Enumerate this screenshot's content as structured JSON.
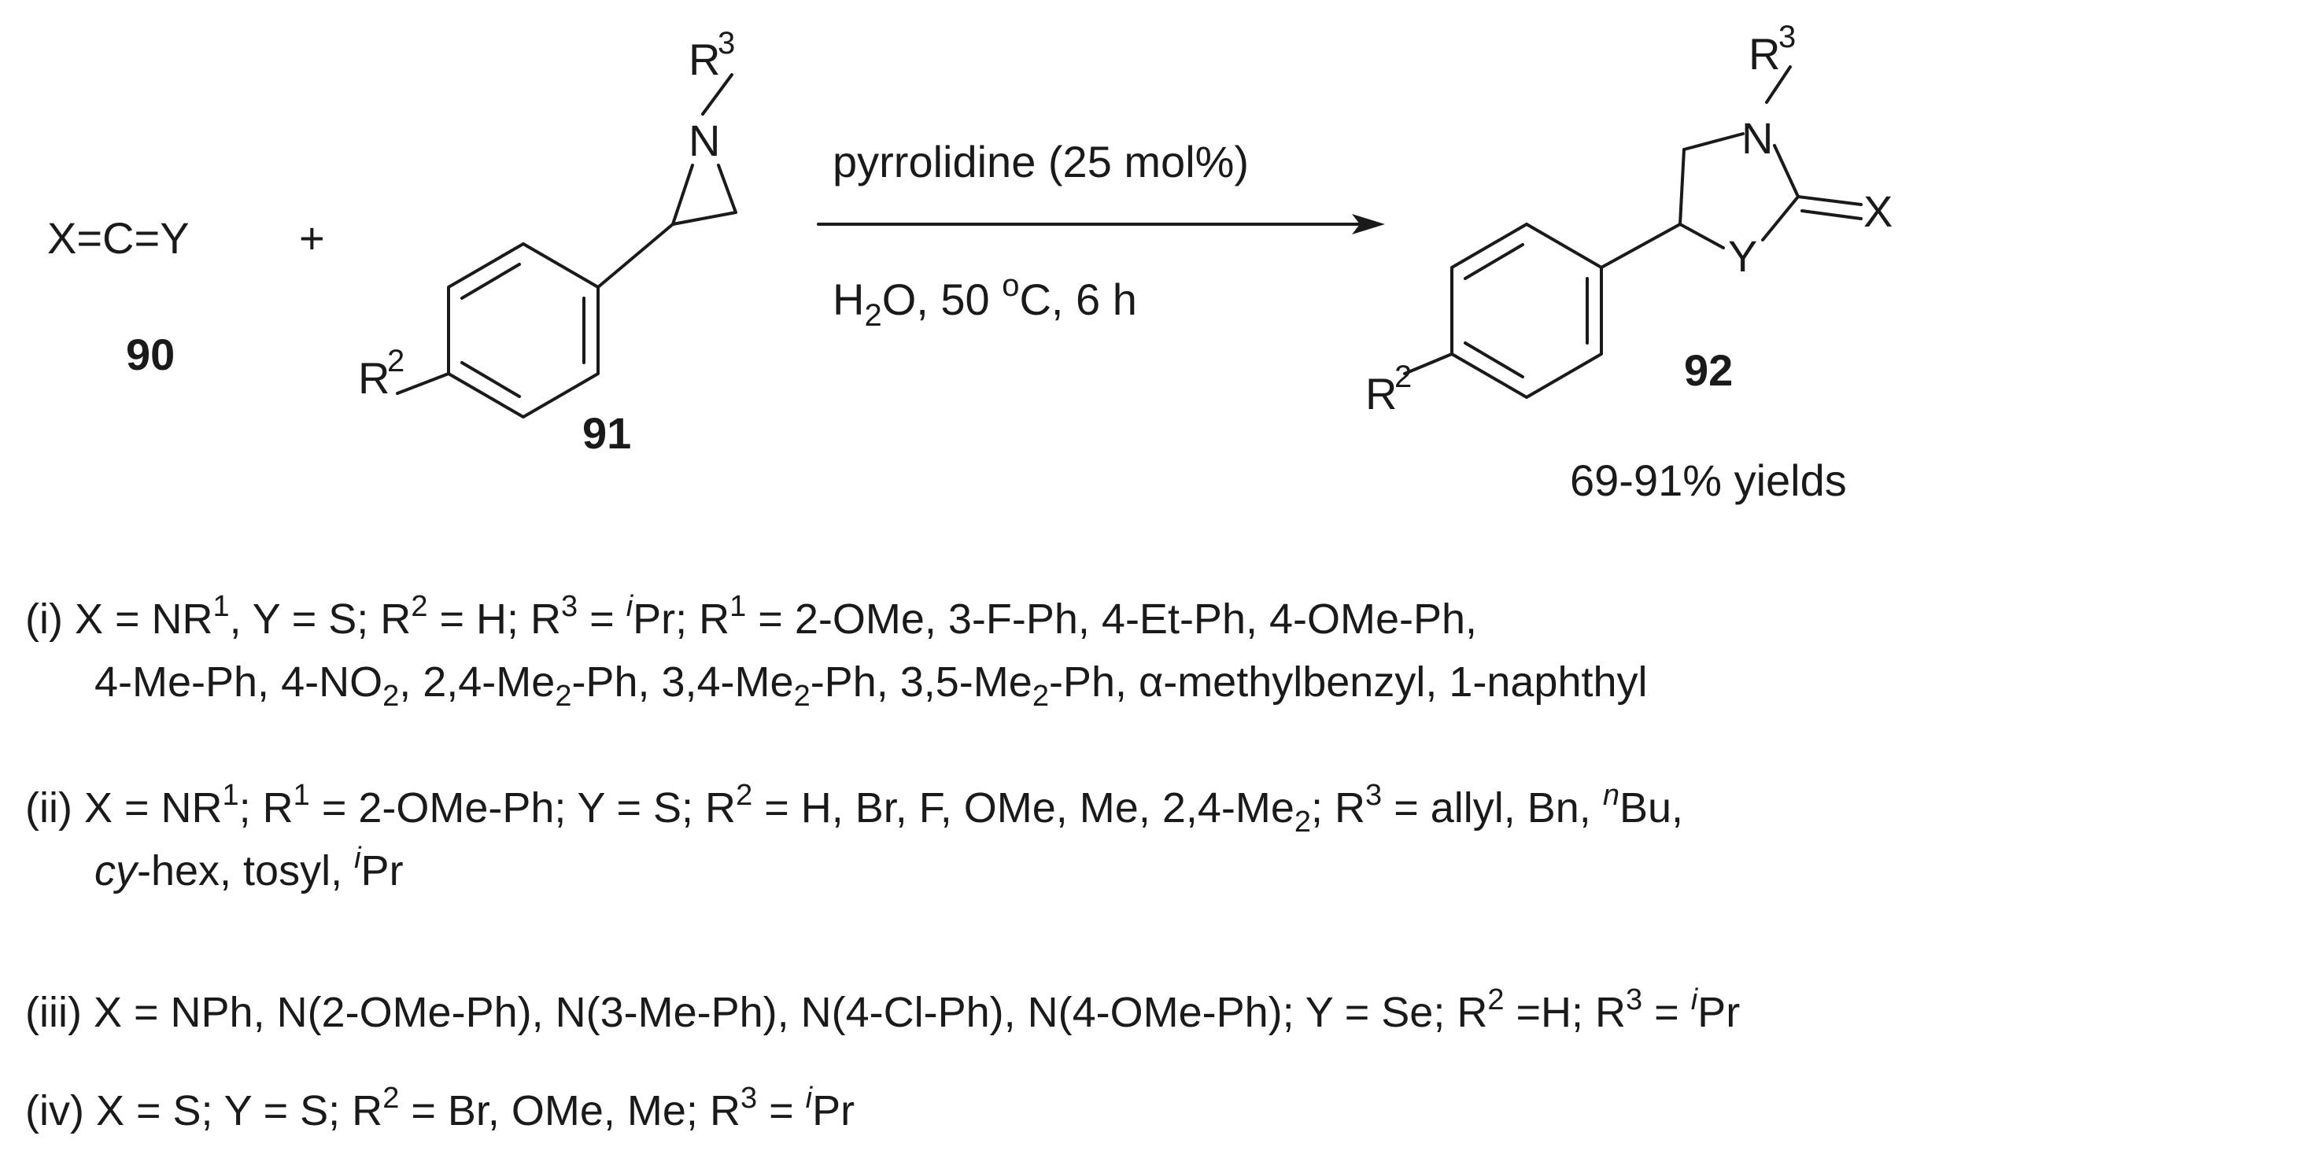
{
  "reactant_90": {
    "formula": "X=C=Y",
    "label": "90"
  },
  "plus": "+",
  "reactant_91": {
    "label": "91",
    "n_atom": "N",
    "r3": "R",
    "r3_sup": "3",
    "r2": "R",
    "r2_sup": "2"
  },
  "arrow": {
    "reagent": "pyrrolidine (25 mol%)",
    "solvent_h": "H",
    "solvent_sub": "2",
    "solvent_rest": "O, 50 ",
    "deg": "o",
    "temp_rest": "C, 6 h"
  },
  "product_92": {
    "label": "92",
    "yield": "69-91% yields",
    "n_atom": "N",
    "y_atom": "Y",
    "x_atom": "X",
    "r3": "R",
    "r3_sup": "3",
    "r2": "R",
    "r2_sup": "2"
  },
  "conditions": {
    "i": {
      "l1_a": "(i) X = NR",
      "l1_s1": "1",
      "l1_b": ", Y = S; R",
      "l1_s2": "2",
      "l1_c": " = H; R",
      "l1_s3": "3",
      "l1_d": " = ",
      "l1_s4": "i",
      "l1_e": "Pr; R",
      "l1_s5": "1",
      "l1_f": " = 2-OMe, 3-F-Ph, 4-Et-Ph, 4-OMe-Ph,",
      "l2_a": "4-Me-Ph, 4-NO",
      "l2_s1": "2",
      "l2_b": ", 2,4-Me",
      "l2_s2": "2",
      "l2_c": "-Ph, 3,4-Me",
      "l2_s3": "2",
      "l2_d": "-Ph, 3,5-Me",
      "l2_s4": "2",
      "l2_e": "-Ph, α-methylbenzyl, 1-naphthyl"
    },
    "ii": {
      "l1_a": "(ii) X = NR",
      "l1_s1": "1",
      "l1_b": "; R",
      "l1_s2": "1",
      "l1_c": " = 2-OMe-Ph; Y = S; R",
      "l1_s3": "2",
      "l1_d": " = H, Br, F, OMe, Me, 2,4-Me",
      "l1_s4": "2",
      "l1_e": "; R",
      "l1_s5": "3",
      "l1_f": " = allyl, Bn, ",
      "l1_s6": "n",
      "l1_g": "Bu,",
      "l2_a": "cy",
      "l2_b": "-hex, tosyl, ",
      "l2_s1": "i",
      "l2_c": "Pr"
    },
    "iii": {
      "l1_a": "(iii) X = NPh, N(2-OMe-Ph), N(3-Me-Ph), N(4-Cl-Ph), N(4-OMe-Ph); Y = Se; R",
      "l1_s1": "2",
      "l1_b": " =H; R",
      "l1_s2": "3",
      "l1_c": " = ",
      "l1_s3": "i",
      "l1_d": "Pr"
    },
    "iv": {
      "l1_a": "(iv) X = S; Y = S; R",
      "l1_s1": "2",
      "l1_b": " = Br, OMe, Me; R",
      "l1_s2": "3",
      "l1_c": " = ",
      "l1_s3": "i",
      "l1_d": "Pr"
    }
  }
}
